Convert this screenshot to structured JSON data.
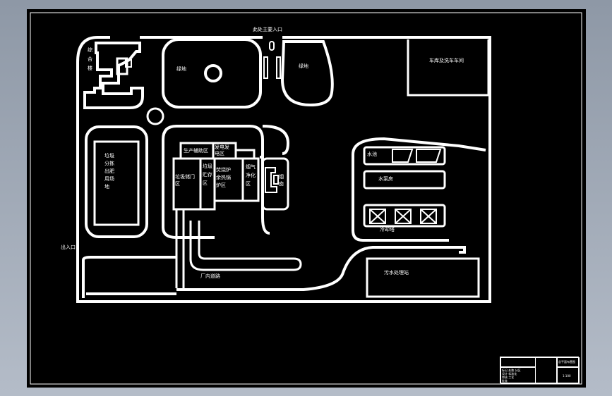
{
  "labels": {
    "main_entrance": "此处主要入口",
    "green_left": "绿地",
    "green_right": "绿地",
    "garage": "车库及洗车车间",
    "complex": "综合楼",
    "compost": "垃圾\n分拣\n出肥\n用场\n地",
    "production": "生产辅助区",
    "power": "发电发\n电区",
    "reception": "垃圾储门\n区",
    "storage": "垃圾\n贮存\n区",
    "incinerator": "焚烧炉\n余热锅\n炉区",
    "flue_gas": "烟气\n净化\n区",
    "chimney": "烟囱",
    "water1": "水池",
    "water2": "水泵房",
    "cooling": "冷却塔",
    "exit": "出入口",
    "road": "厂内道路",
    "wastewater": "污水处理站"
  },
  "title_block": {
    "drawing_name": "总平面布置图",
    "scale": "1:100",
    "rows": [
      "标记 处数 分区",
      "设计 标准化",
      "审核 工艺",
      "批准"
    ]
  }
}
